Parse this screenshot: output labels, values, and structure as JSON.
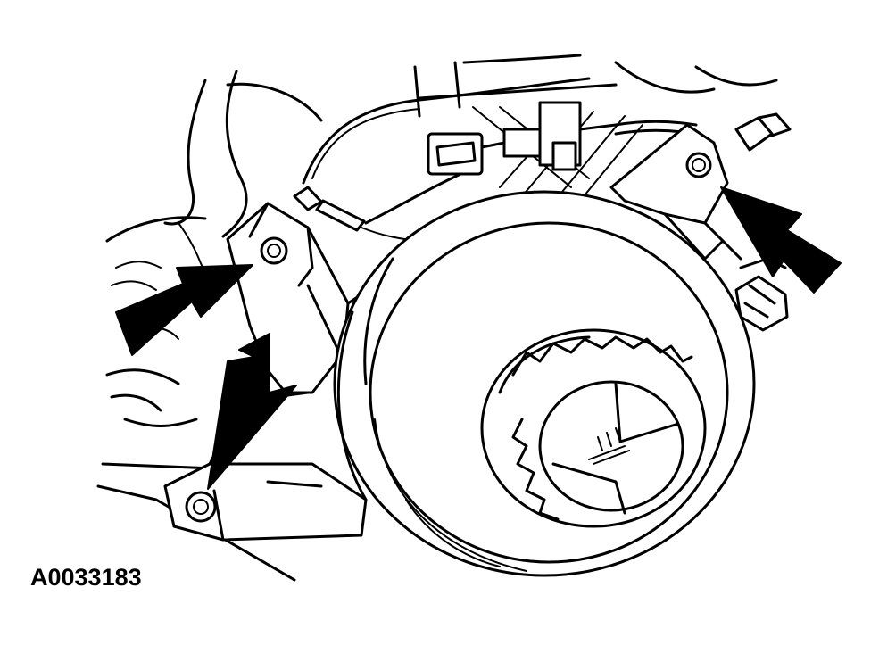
{
  "figure": {
    "id_label": "A0033183",
    "colors": {
      "ink": "#000000",
      "paper": "#ffffff"
    },
    "callouts": [
      {
        "name": "upper-left-bracket-bolt",
        "icon": "arrow-icon"
      },
      {
        "name": "lower-bracket-bolt",
        "icon": "arrow-icon"
      },
      {
        "name": "upper-right-bracket-bolt",
        "icon": "arrow-icon"
      }
    ]
  }
}
